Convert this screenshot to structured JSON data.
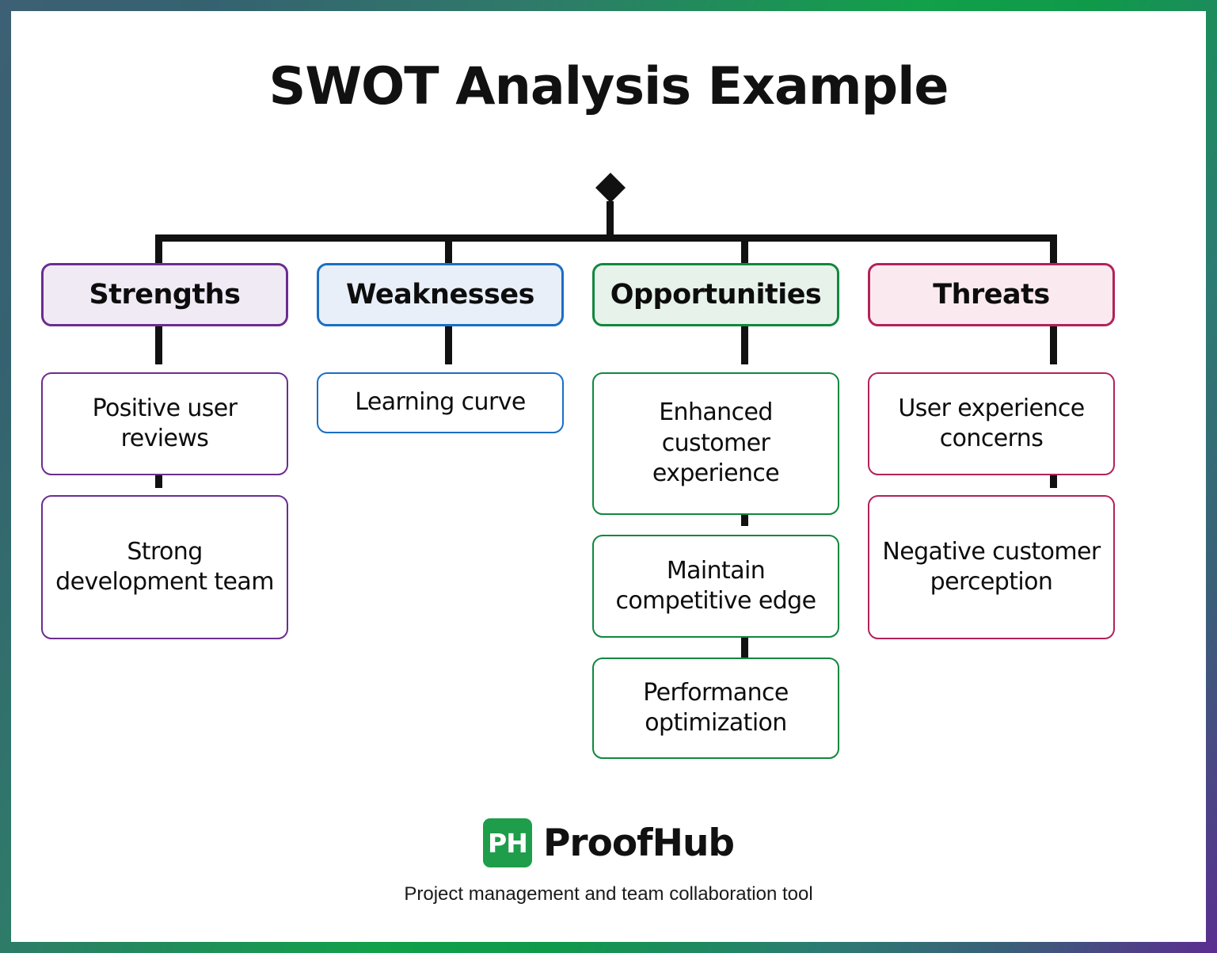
{
  "page": {
    "title": "SWOT Analysis Example",
    "frame_gradient_colors": [
      "#3d6075",
      "#12a04a",
      "#2d7a73",
      "#5b2d91"
    ],
    "background": "#ffffff",
    "connector_color": "#111111",
    "root_node_icon": "diamond-node"
  },
  "columns": [
    {
      "key": "strengths",
      "label": "Strengths",
      "accent": "#6b2d8f",
      "tint": "#f0eaf5",
      "items": [
        "Positive user reviews",
        "Strong development team"
      ]
    },
    {
      "key": "weaknesses",
      "label": "Weaknesses",
      "accent": "#1a6fc4",
      "tint": "#e8eff8",
      "items": [
        "Learning curve"
      ]
    },
    {
      "key": "opportunities",
      "label": "Opportunities",
      "accent": "#10883e",
      "tint": "#e6f2ea",
      "items": [
        "Enhanced customer experience",
        "Maintain competitive edge",
        "Performance optimization"
      ]
    },
    {
      "key": "threats",
      "label": "Threats",
      "accent": "#b32259",
      "tint": "#faeaf0",
      "items": [
        "User experience concerns",
        "Negative customer perception"
      ]
    }
  ],
  "footer": {
    "logo_mark_text": "PH",
    "logo_mark_color": "#1e9e4a",
    "brand": "ProofHub",
    "tagline": "Project management and team collaboration tool"
  }
}
